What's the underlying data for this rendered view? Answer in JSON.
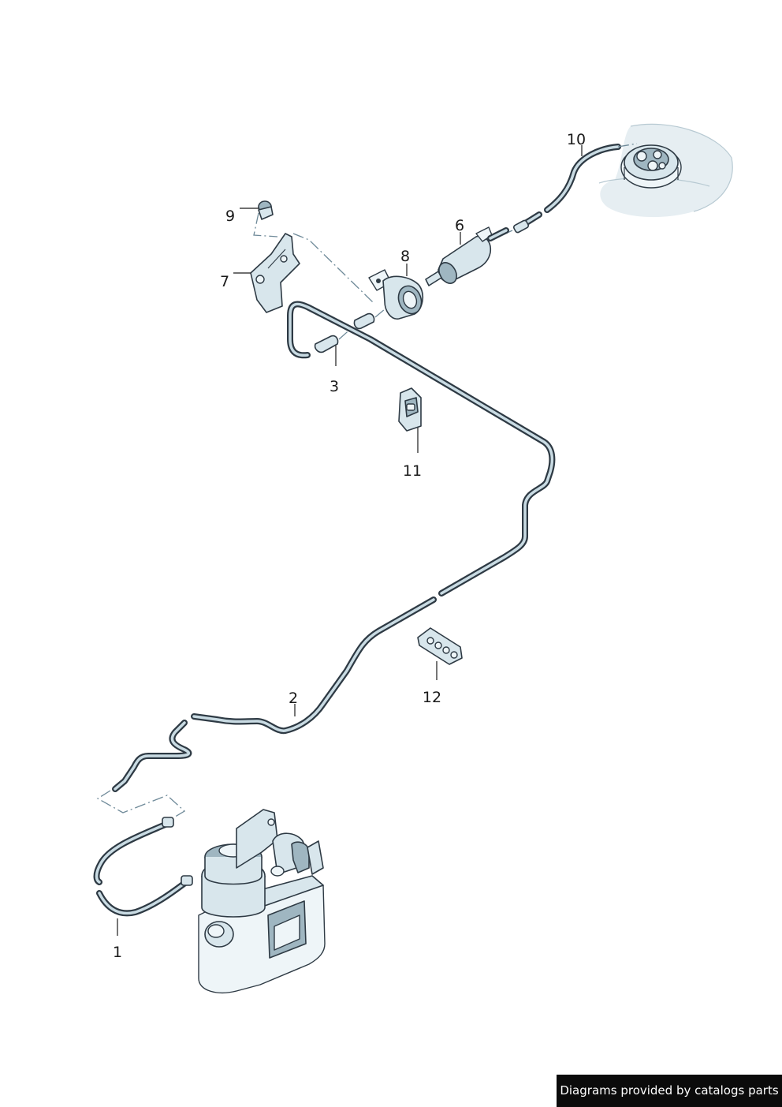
{
  "callouts": {
    "c1": "1",
    "c2": "2",
    "c3": "3",
    "c6": "6",
    "c7": "7",
    "c8": "8",
    "c9": "9",
    "c10": "10",
    "c11": "11",
    "c12": "12"
  },
  "footer": {
    "credit": "Diagrams provided by catalogs parts"
  },
  "colors": {
    "line": "#2e3a44",
    "part_fill": "#d8e6ec",
    "footer_bg": "#0b0b0b"
  }
}
